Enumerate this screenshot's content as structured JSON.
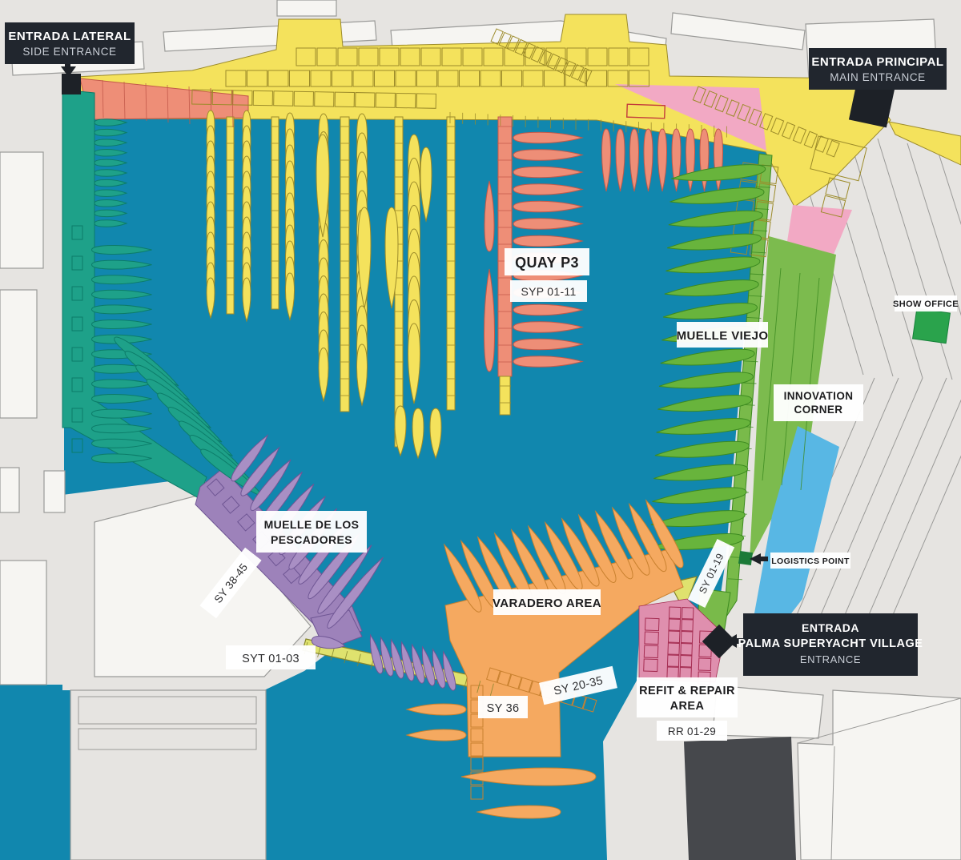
{
  "labels": {
    "side_entrance": {
      "line1": "ENTRADA LATERAL",
      "line2": "SIDE ENTRANCE"
    },
    "main_entrance": {
      "line1": "ENTRADA PRINCIPAL",
      "line2": "MAIN ENTRANCE"
    },
    "village_entrance": {
      "line1": "ENTRADA",
      "line2": "PALMA SUPERYACHT VILLAGE",
      "line3": "ENTRANCE"
    },
    "quay_p3": {
      "name": "QUAY P3",
      "berths": "SYP 01-11"
    },
    "muelle_viejo": {
      "name": "MUELLE VIEJO"
    },
    "show_office": {
      "name": "SHOW OFFICE"
    },
    "innovation_corner": {
      "line1": "INNOVATION",
      "line2": "CORNER"
    },
    "logistics_point": {
      "name": "LOGISTICS POINT"
    },
    "muelle_de_los_pescadores": {
      "line1": "MUELLE DE LOS",
      "line2": "PESCADORES"
    },
    "sy_38_45": {
      "berths": "SY 38-45"
    },
    "syt_01_03": {
      "berths": "SYT 01-03"
    },
    "varadero_area": {
      "name": "VARADERO AREA"
    },
    "sy_20_35": {
      "berths": "SY 20-35"
    },
    "sy_36": {
      "berths": "SY 36"
    },
    "sy_01_19": {
      "berths": "SY 01-19"
    },
    "refit_repair": {
      "line1": "REFIT & REPAIR",
      "line2": "AREA",
      "berths": "RR 01-29"
    }
  },
  "colors": {
    "water": "#1187ae",
    "background": "#e6e4e1",
    "street_fill": "#f6f5f2",
    "street_line": "#9a9a98",
    "quay_yellow": "#f4e25c",
    "quay_yellow_line": "#9c8b2a",
    "coral": "#ee8e77",
    "coral_line": "#c2594a",
    "teal": "#1ea189",
    "teal_line": "#0c7c69",
    "green_boat": "#68b43c",
    "green_line": "#3c8a20",
    "green_land": "#7cbb4e",
    "pier_green": "#79ba4a",
    "lime": "#dfe26e",
    "lime_line": "#85852c",
    "purple": "#9d82ba",
    "purple_boat": "#a98fc4",
    "purple_line": "#6f5694",
    "orange": "#f5a960",
    "orange_line": "#c9812f",
    "pink_area": "#df8fae",
    "pink_line": "#a52d52",
    "pink_wedge": "#f2a9c4",
    "blue_area": "#58b7e4",
    "label_bg": "#ffffff",
    "label_text": "#1d1d1f",
    "dark_box": "#21262e",
    "dark_box_subtext": "#c9ced6",
    "show_office_green": "#2aa34c",
    "logistics_green": "#1b7a38",
    "dark_building": "#46484c"
  }
}
